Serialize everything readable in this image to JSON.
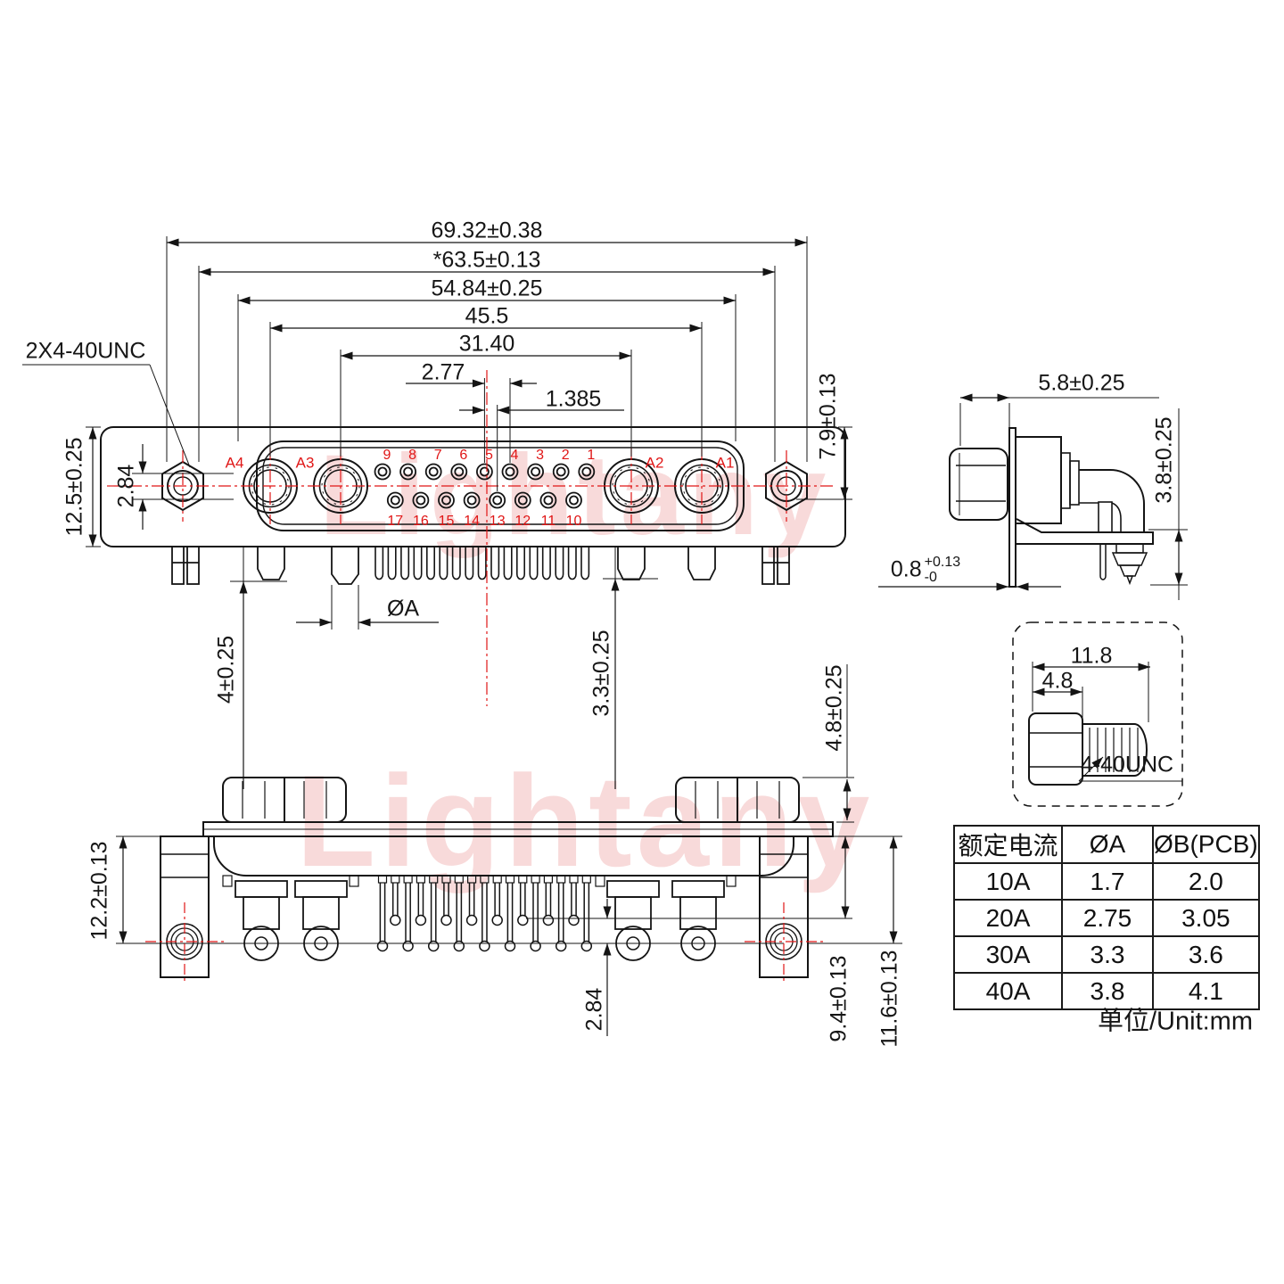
{
  "watermark": {
    "text": "Lightany"
  },
  "front_view": {
    "dims": {
      "overall_width": "69.32±0.38",
      "mount_span": "*63.5±0.13",
      "flange_width": "54.84±0.25",
      "coax_outer_span": "45.5",
      "coax_inner_span": "31.40",
      "pin_pitch": "2.77",
      "row_offset": "1.385",
      "thread_note": "2X4-40UNC",
      "body_height": "12.5±0.25",
      "row_gap": "2.84",
      "face_to_center": "7.9±0.13"
    },
    "contacts": {
      "a4": "A4",
      "a3": "A3",
      "a2": "A2",
      "a1": "A1"
    },
    "pins_top": [
      "9",
      "8",
      "7",
      "6",
      "5",
      "4",
      "3",
      "2",
      "1"
    ],
    "pins_bottom": [
      "17",
      "16",
      "15",
      "14",
      "13",
      "12",
      "11",
      "10"
    ]
  },
  "pcb_dims": {
    "peg_depth": "4±0.25",
    "pin_dia": "ØA",
    "peg_depth_right": "3.3±0.25"
  },
  "side_view": {
    "depth": "5.8±0.25",
    "standoff": "3.8±0.25",
    "flange_base": "0.8",
    "flange_tol_plus": "+0.13",
    "flange_tol_minus": "-0"
  },
  "bottom_view": {
    "bracket_height": "12.2±0.13",
    "row_gap": "2.84",
    "pin_len_short": "9.4±0.13",
    "pin_len_long": "11.6±0.13",
    "standoff_height": "4.8±0.25"
  },
  "screw_detail": {
    "total_len": "11.8",
    "head_len": "4.8",
    "thread": "4-40UNC"
  },
  "spec_table": {
    "headers": [
      "额定电流",
      "ØA",
      "ØB(PCB)"
    ],
    "rows": [
      [
        "10A",
        "1.7",
        "2.0"
      ],
      [
        "20A",
        "2.75",
        "3.05"
      ],
      [
        "30A",
        "3.3",
        "3.6"
      ],
      [
        "40A",
        "3.8",
        "4.1"
      ]
    ],
    "unit_note": "单位/Unit:mm"
  },
  "colors": {
    "line": "#1a1a1a",
    "accent_red": "#e01616",
    "watermark": "#f8dada"
  }
}
